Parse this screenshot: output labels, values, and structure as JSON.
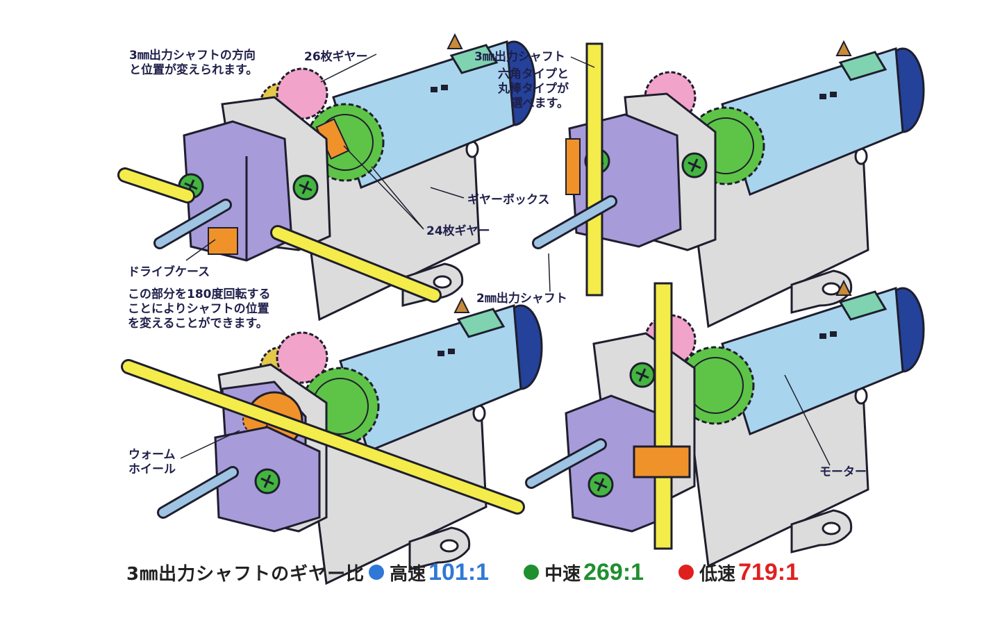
{
  "colors": {
    "bg": "#ffffff",
    "outline": "#1e1e2e",
    "motor_can": "#a9d4ee",
    "motor_back": "#24429a",
    "terminal_cap": "#7fd3b0",
    "terminal": "#c98a3a",
    "gear_green": "#5ec447",
    "gear_pink": "#f2a3c9",
    "gear_yellow": "#e5c84a",
    "gear_orange": "#f0922a",
    "chassis": "#dcdcdc",
    "drive_case": "#a89bd9",
    "shaft_yellow": "#f3ec4a",
    "shaft_blue": "#9fc3e3",
    "screw_green": "#43b540",
    "label_text": "#1f1f4a",
    "high_speed": "#2f78d6",
    "mid_speed": "#1f8f2f",
    "low_speed": "#e0201e"
  },
  "labels": {
    "direction_note": "3㎜出力シャフトの方向\nと位置が変えられます。",
    "gear26": "26枚ギヤー",
    "gear24": "24枚ギヤー",
    "gearbox": "ギヤーボックス",
    "drive_case": "ドライブケース",
    "rotate_note": "この部分を180度回転する\nことによりシャフトの位置\nを変えることができます。",
    "shaft3": "3㎜出力シャフト",
    "shaft_types": "六角タイプと\n丸棒タイプが\n選べます。",
    "shaft2": "2㎜出力シャフト",
    "worm_wheel": "ウォーム\nホイール",
    "motor": "モーター"
  },
  "ratio": {
    "caption": "3㎜出力シャフトのギヤー比",
    "items": [
      {
        "name": "高速",
        "value": "101:1",
        "color": "#2f78d6"
      },
      {
        "name": "中速",
        "value": "269:1",
        "color": "#1f8f2f"
      },
      {
        "name": "低速",
        "value": "719:1",
        "color": "#e0201e"
      }
    ]
  }
}
